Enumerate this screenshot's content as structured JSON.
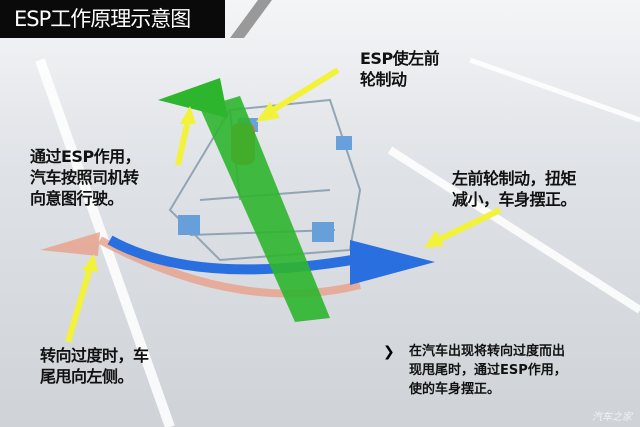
{
  "title": "ESP工作原理示意图",
  "captions": {
    "esp_brake": [
      "ESP使左前",
      "轮制动"
    ],
    "driver_intent": [
      "通过ESP作用，",
      "汽车按照司机转",
      "向意图行驶。"
    ],
    "front_left_brake": [
      "左前轮制动，扭矩",
      "减小，车身摆正。"
    ],
    "oversteer": [
      "转向过度时，车",
      "尾甩向左侧。"
    ]
  },
  "note": {
    "icon": "chevron-right-icon",
    "lines": [
      "在汽车出现将转向过度而出",
      "现甩尾时，通过ESP作用，",
      "使的车身摆正。"
    ]
  },
  "watermark": "汽车之家",
  "colors": {
    "green_arrow": "#2db52d",
    "blue_arrow": "#2a6fe0",
    "red_arrow": "#e8a08a",
    "pointer": "#f2f23a",
    "brake": "#f06a1a"
  }
}
